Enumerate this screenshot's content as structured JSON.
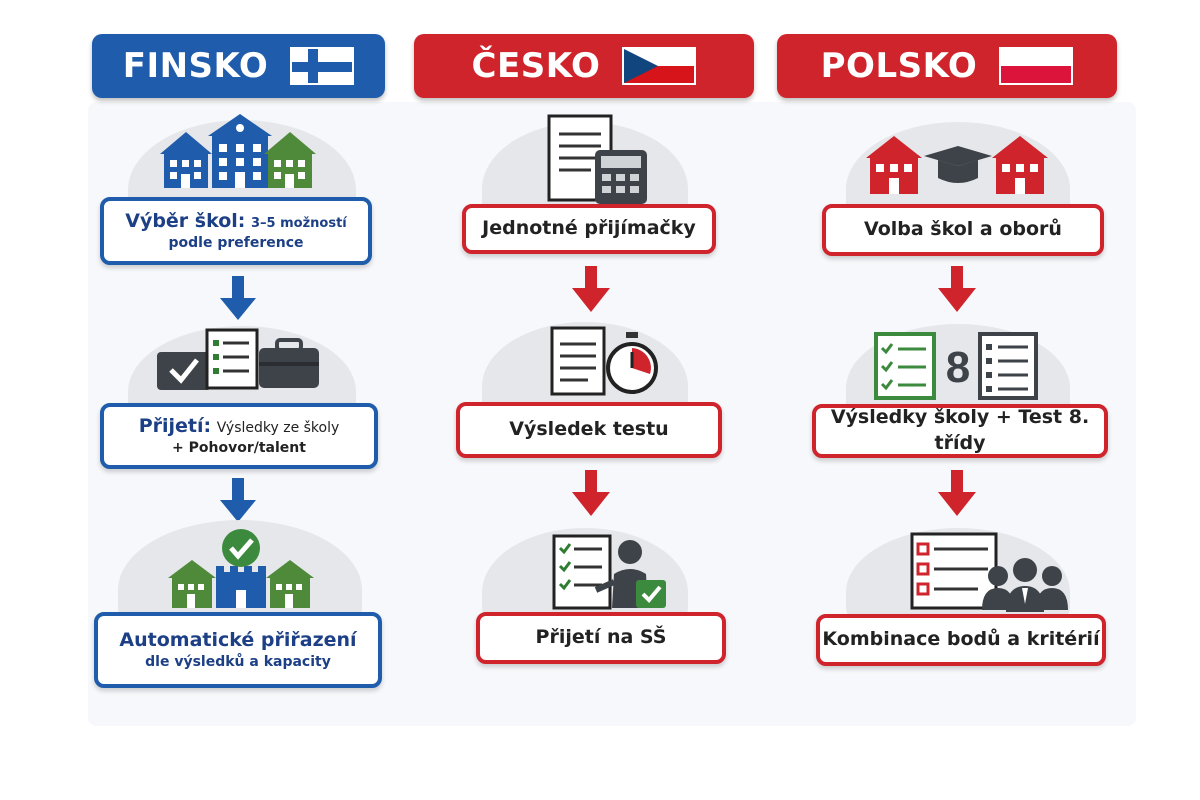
{
  "columns": {
    "finland": {
      "title": "FINSKO",
      "flag_icon": "finland-flag-icon",
      "color": "#1f5cab",
      "steps": [
        {
          "title": "Výběr škol:",
          "detail": "3–5 možností",
          "subtitle": "podle preference",
          "icon": "school-buildings-icon"
        },
        {
          "title": "Přijetí:",
          "detail": "Výsledky ze školy",
          "subtitle": "+ Pohovor/talent",
          "icon": "documents-briefcase-icon"
        },
        {
          "title": "Automatické přiřazení",
          "subtitle": "dle výsledků a kapacity",
          "icon": "school-checkmark-icon"
        }
      ]
    },
    "czech": {
      "title": "ČESKO",
      "flag_icon": "czech-flag-icon",
      "color": "#cf242c",
      "steps": [
        {
          "title": "Jednotné přijímačky",
          "icon": "document-calculator-icon"
        },
        {
          "title": "Výsledek testu",
          "icon": "document-stopwatch-icon"
        },
        {
          "title": "Přijetí na SŠ",
          "icon": "checklist-person-icon"
        }
      ]
    },
    "poland": {
      "title": "POLSKO",
      "flag_icon": "poland-flag-icon",
      "color": "#cf242c",
      "steps": [
        {
          "title": "Volba škol a oborů",
          "icon": "schools-graduation-cap-icon"
        },
        {
          "title": "Výsledky školy + Test 8. třídy",
          "icon": "checklist-eight-icon",
          "icon_text": "8"
        },
        {
          "title": "Kombinace bodů a kritérií",
          "icon": "checklist-people-icon"
        }
      ]
    }
  }
}
